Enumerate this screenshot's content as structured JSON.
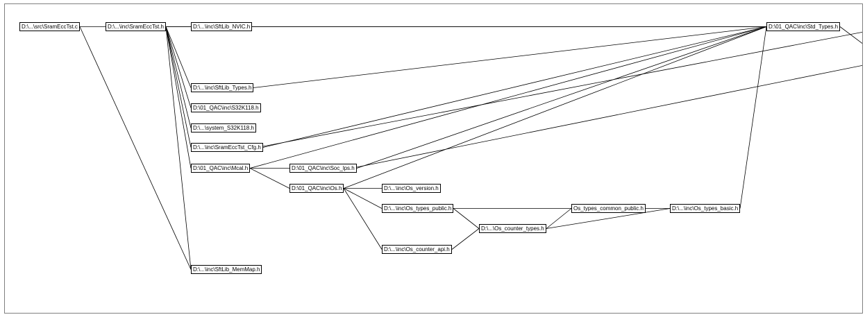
{
  "nodes": [
    {
      "id": "sram_ecc_tst_c",
      "label": "D:\\...\\src\\SramEccTst.c"
    },
    {
      "id": "sram_ecc_tst_h",
      "label": "D:\\...\\inc\\SramEccTst.h"
    },
    {
      "id": "sftlib_nvic_h",
      "label": "D:\\...\\inc\\SftLib_NVIC.h"
    },
    {
      "id": "std_types_h",
      "label": "D:\\01_QAC\\inc\\Std_Types.h"
    },
    {
      "id": "sftlib_types_h",
      "label": "D:\\...\\inc\\SftLib_Types.h"
    },
    {
      "id": "s32k118_h",
      "label": "D:\\01_QAC\\inc\\S32K118.h"
    },
    {
      "id": "system_s32k118_h",
      "label": "D:\\...\\system_S32K118.h"
    },
    {
      "id": "sram_ecc_tst_cfg_h",
      "label": "D:\\...\\inc\\SramEccTst_Cfg.h"
    },
    {
      "id": "mcal_h",
      "label": "D:\\01_QAC\\inc\\Mcal.h"
    },
    {
      "id": "soc_lps_h",
      "label": "D:\\01_QAC\\inc\\Soc_lps.h"
    },
    {
      "id": "os_h",
      "label": "D:\\01_QAC\\inc\\Os.h"
    },
    {
      "id": "os_version_h",
      "label": "D:\\...\\inc\\Os_version.h"
    },
    {
      "id": "os_types_public_h",
      "label": "D:\\...\\inc\\Os_types_public.h"
    },
    {
      "id": "os_types_common_public_h",
      "label": "Os_types_common_public.h"
    },
    {
      "id": "os_types_basic_h",
      "label": "D:\\...\\inc\\Os_types_basic.h"
    },
    {
      "id": "os_counter_types_h",
      "label": "D:\\...\\Os_counter_types.h"
    },
    {
      "id": "os_counter_api_h",
      "label": "D:\\...\\inc\\Os_counter_api.h"
    },
    {
      "id": "sftlib_memmap_h",
      "label": "D:\\...\\inc\\SftLib_MemMap.h"
    }
  ],
  "edges": [
    [
      "sram_ecc_tst_c",
      "sram_ecc_tst_h"
    ],
    [
      "sram_ecc_tst_c",
      "sftlib_memmap_h"
    ],
    [
      "sram_ecc_tst_h",
      "sftlib_nvic_h"
    ],
    [
      "sram_ecc_tst_h",
      "sftlib_types_h"
    ],
    [
      "sram_ecc_tst_h",
      "s32k118_h"
    ],
    [
      "sram_ecc_tst_h",
      "system_s32k118_h"
    ],
    [
      "sram_ecc_tst_h",
      "sram_ecc_tst_cfg_h"
    ],
    [
      "sram_ecc_tst_h",
      "mcal_h"
    ],
    [
      "sram_ecc_tst_h",
      "std_types_h"
    ],
    [
      "sram_ecc_tst_h",
      "sftlib_memmap_h"
    ],
    [
      "sftlib_nvic_h",
      "std_types_h"
    ],
    [
      "sftlib_types_h",
      "std_types_h"
    ],
    [
      "sram_ecc_tst_cfg_h",
      "std_types_h"
    ],
    [
      "mcal_h",
      "std_types_h"
    ],
    [
      "mcal_h",
      "soc_lps_h"
    ],
    [
      "mcal_h",
      "os_h"
    ],
    [
      "soc_lps_h",
      "std_types_h"
    ],
    [
      "os_h",
      "std_types_h"
    ],
    [
      "os_h",
      "os_version_h"
    ],
    [
      "os_h",
      "os_types_public_h"
    ],
    [
      "os_h",
      "os_counter_api_h"
    ],
    [
      "os_types_public_h",
      "os_types_common_public_h"
    ],
    [
      "os_types_public_h",
      "os_counter_types_h"
    ],
    [
      "os_counter_api_h",
      "os_counter_types_h"
    ],
    [
      "os_counter_types_h",
      "os_types_common_public_h"
    ],
    [
      "os_counter_types_h",
      "os_types_basic_h"
    ],
    [
      "os_types_common_public_h",
      "os_types_basic_h"
    ],
    [
      "os_types_basic_h",
      "std_types_h"
    ]
  ]
}
